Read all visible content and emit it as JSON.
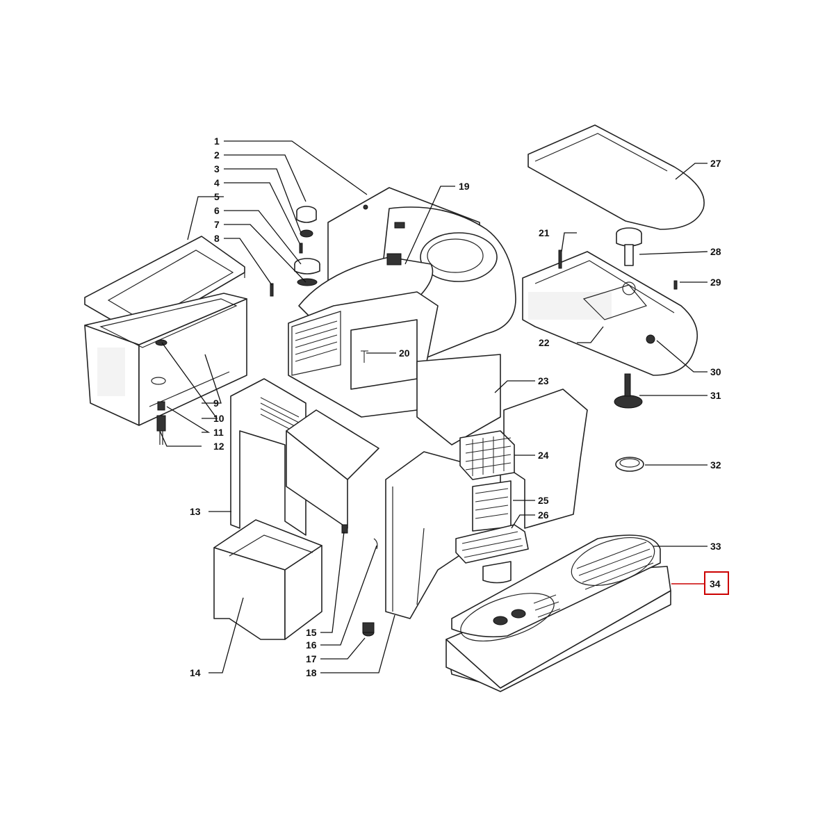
{
  "callouts": [
    {
      "id": "1",
      "label": "1"
    },
    {
      "id": "2",
      "label": "2"
    },
    {
      "id": "3",
      "label": "3"
    },
    {
      "id": "4",
      "label": "4"
    },
    {
      "id": "5",
      "label": "5"
    },
    {
      "id": "6",
      "label": "6"
    },
    {
      "id": "7",
      "label": "7"
    },
    {
      "id": "8",
      "label": "8"
    },
    {
      "id": "9",
      "label": "9"
    },
    {
      "id": "10",
      "label": "10"
    },
    {
      "id": "11",
      "label": "11"
    },
    {
      "id": "12",
      "label": "12"
    },
    {
      "id": "13",
      "label": "13"
    },
    {
      "id": "14",
      "label": "14"
    },
    {
      "id": "15",
      "label": "15"
    },
    {
      "id": "16",
      "label": "16"
    },
    {
      "id": "17",
      "label": "17"
    },
    {
      "id": "18",
      "label": "18"
    },
    {
      "id": "19",
      "label": "19"
    },
    {
      "id": "20",
      "label": "20"
    },
    {
      "id": "21",
      "label": "21"
    },
    {
      "id": "22",
      "label": "22"
    },
    {
      "id": "23",
      "label": "23"
    },
    {
      "id": "24",
      "label": "24"
    },
    {
      "id": "25",
      "label": "25"
    },
    {
      "id": "26",
      "label": "26"
    },
    {
      "id": "27",
      "label": "27"
    },
    {
      "id": "28",
      "label": "28"
    },
    {
      "id": "29",
      "label": "29"
    },
    {
      "id": "30",
      "label": "30"
    },
    {
      "id": "31",
      "label": "31"
    },
    {
      "id": "32",
      "label": "32"
    },
    {
      "id": "33",
      "label": "33"
    },
    {
      "id": "34",
      "label": "34"
    }
  ],
  "highlighted_callout": "34",
  "colors": {
    "line": "#222222",
    "highlight": "#cc0000",
    "background": "#ffffff"
  }
}
